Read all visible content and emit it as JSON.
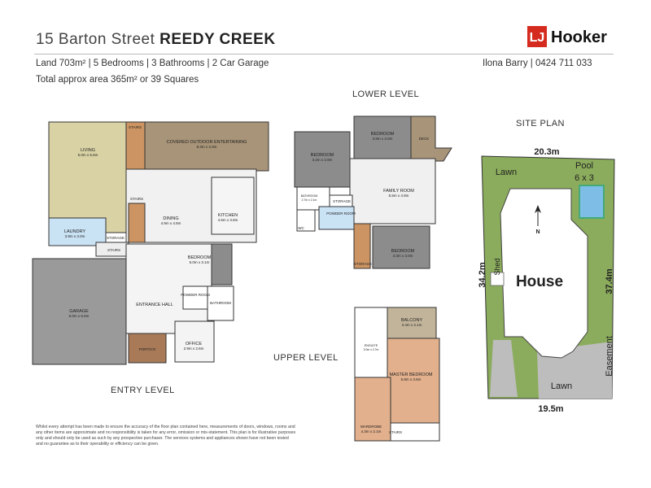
{
  "header": {
    "address_prefix": "15 Barton Street",
    "address_suburb": "REEDY CREEK",
    "specs": "Land 703m² | 5 Bedrooms | 3 Bathrooms | 2 Car Garage",
    "area": "Total approx area 365m² or 39 Squares",
    "agent": "Ilona Barry | 0424 711 033",
    "logo_mark": "LJ",
    "logo_text": "Hooker"
  },
  "level_labels": {
    "entry": "ENTRY LEVEL",
    "lower": "LOWER LEVEL",
    "upper": "UPPER LEVEL",
    "site": "SITE PLAN"
  },
  "entry_level": {
    "stairs_top": "STAIRS",
    "living_name": "LIVING",
    "living_dim": "6.0m x 5.6m",
    "outdoor_name": "COVERED OUTDOOR ENTERTAINING",
    "outdoor_dim": "8.3m x 3.3m",
    "stairs_mid": "STAIRS",
    "kitchen_name": "KITCHEN",
    "kitchen_dim": "4.5m x 3.8m",
    "dining_name": "DINING",
    "dining_dim": "4.9m x 4.8m",
    "laundry_name": "LAUNDRY",
    "laundry_dim": "3.9m x 3.0m",
    "storage": "STORAGE",
    "stairs_low": "STAIRS",
    "bedroom_name": "BEDROOM",
    "bedroom_dim": "5.0m x 3.1m",
    "garage_name": "GARAGE",
    "garage_dim": "6.0m x 6.5m",
    "entrance": "ENTRANCE HALL",
    "powder": "POWDER ROOM",
    "bathroom": "BATHROOM",
    "office_name": "OFFICE",
    "office_dim": "2.9m x 2.6m",
    "portico": "PORTICO"
  },
  "lower_level": {
    "bed1_name": "BEDROOM",
    "bed1_dim": "3.8m x 3.0m",
    "deck": "DECK",
    "bed2_name": "BEDROOM",
    "bed2_dim": "3.2m x 2.9m",
    "family_name": "FAMILY ROOM",
    "family_dim": "5.5m x 4.9m",
    "bathroom": "BATHROOM",
    "bathroom_dim": "2.7m x 2.1m",
    "storage": "STORAGE",
    "powder": "POWDER ROOM",
    "wc": "WC",
    "bed3_name": "BEDROOM",
    "bed3_dim": "3.3m x 3.0m",
    "storage2": "STORAGE"
  },
  "upper_level": {
    "balcony_name": "BALCONY",
    "balcony_dim": "3.4m x 2.1m",
    "ensuite_name": "ENSUITE",
    "ensuite_dim": "3.0m x 2.7m",
    "master_name": "MASTER BEDROOM",
    "master_dim": "5.8m x 3.6m",
    "wardrobe_name": "WARDROBE",
    "wardrobe_dim": "4.3m x 2.1m",
    "stairs": "STAIRS"
  },
  "site_plan": {
    "top_dim": "20.3m",
    "lawn_top": "Lawn",
    "pool_name": "Pool",
    "pool_dim": "6 x 3",
    "north": "N",
    "shed": "Shed",
    "house": "House",
    "left_dim": "34.2m",
    "right_dim": "37.4m",
    "easement": "Easement",
    "lawn_bottom": "Lawn",
    "bottom_dim": "19.5m"
  },
  "disclaimer": "Whilst every attempt has been made to ensure the accuracy of the floor plan contained here, measurements of doors, windows, rooms and any other items are approximate and no responsibility is taken for any error, omission or mis-statement. This plan is for illustrative purposes only and should only be used as such by any prospective purchaser. The services systems and appliances shown have not been tested and no guarantee as to their operability or efficiency can be given.",
  "colors": {
    "living": "#d8d2a4",
    "outdoor": "#a89478",
    "kitchen_floor": "#f1f1f1",
    "laundry": "#c9e2f4",
    "bedroom": "#8c8c8c",
    "garage": "#9a9a9a",
    "stairs": "#cc9462",
    "portico": "#a87a58",
    "family_room": "#f0f0f0",
    "balcony": "#c2b49a",
    "master_bedroom": "#e2b08c",
    "lawn": "#8bac5c",
    "pool": "#7dbde6",
    "house_fill": "#ffffff",
    "easement": "#bdbdbd",
    "logo_red": "#d52b1e"
  }
}
